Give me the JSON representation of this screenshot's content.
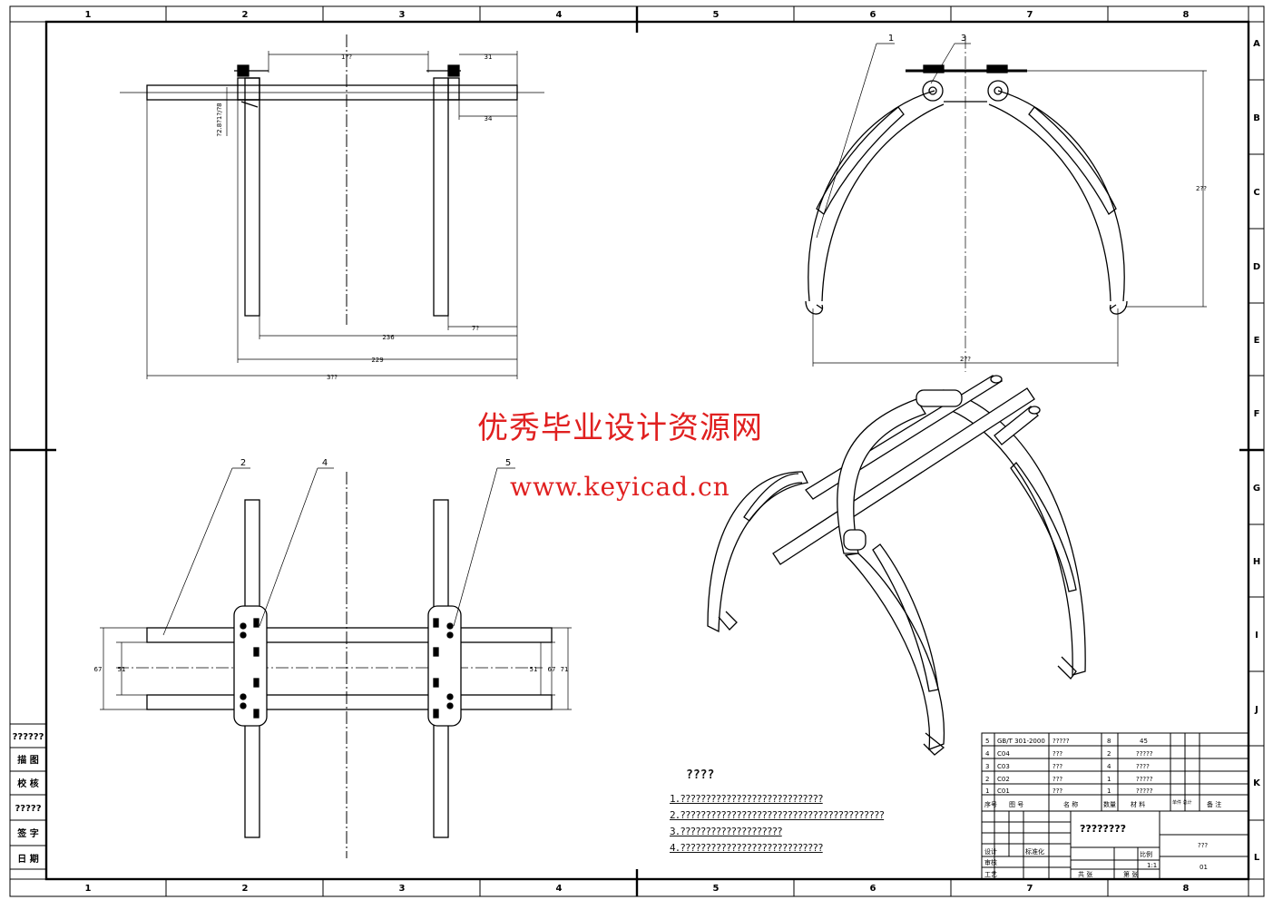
{
  "zone_cols": [
    "1",
    "2",
    "3",
    "4",
    "5",
    "6",
    "7",
    "8"
  ],
  "zone_rows": [
    "A",
    "B",
    "C",
    "D",
    "E",
    "F",
    "G",
    "H",
    "I",
    "J",
    "K",
    "L"
  ],
  "dimensions": {
    "top_span": "1??",
    "top_right_a": "31",
    "top_right_b": "34",
    "hole_note": "?2.8?1?/?8",
    "inner_span": "236",
    "right_off": "7?",
    "mid_span": "229",
    "overall": "3??",
    "arc_height": "2??",
    "arc_width": "2??",
    "plan_left_a": "67",
    "plan_left_b": "51",
    "plan_right_a": "51",
    "plan_right_b": "67",
    "plan_right_c": "71"
  },
  "balloons": {
    "b1": "1",
    "b3": "3",
    "b2": "2",
    "b4": "4",
    "b5": "5"
  },
  "watermark": {
    "cn": "优秀毕业设计资源网",
    "url": "www.keyicad.cn"
  },
  "notes": {
    "title": "????",
    "line1": "1.????????????????????????????",
    "line2": "2.????????????????????????????????????????",
    "line3": "3.????????????????????",
    "line4": "4.????????????????????????????"
  },
  "left_strip": [
    "??????",
    "描 图",
    "校 核",
    "?????",
    "签 字",
    "日 期"
  ],
  "bom": {
    "rows": [
      {
        "no": "5",
        "code": "GB/T 301-2000",
        "name": "?????",
        "qty": "8",
        "mat": "45"
      },
      {
        "no": "4",
        "code": "C04",
        "name": "???",
        "qty": "2",
        "mat": "?????"
      },
      {
        "no": "3",
        "code": "C03",
        "name": "???",
        "qty": "4",
        "mat": "????"
      },
      {
        "no": "2",
        "code": "C02",
        "name": "???",
        "qty": "1",
        "mat": "?????"
      },
      {
        "no": "1",
        "code": "C01",
        "name": "???",
        "qty": "1",
        "mat": "?????"
      }
    ],
    "header": {
      "no": "序号",
      "code": "图 号",
      "name": "名 称",
      "qty": "数量",
      "mat": "材 料",
      "weight": "单件 总计",
      "remark": "备 注"
    }
  },
  "title_block": {
    "drawing_name": "????????",
    "right_top": "???",
    "right_bottom": "01",
    "scale_label": "比例",
    "scale_value": "1:1",
    "sheet_label": "共 张",
    "sheet_of": "第 张",
    "design": "设计",
    "check": "审核",
    "process": "工艺",
    "std": "标准化"
  },
  "colors": {
    "line": "#000000",
    "watermark": "#e02020"
  }
}
